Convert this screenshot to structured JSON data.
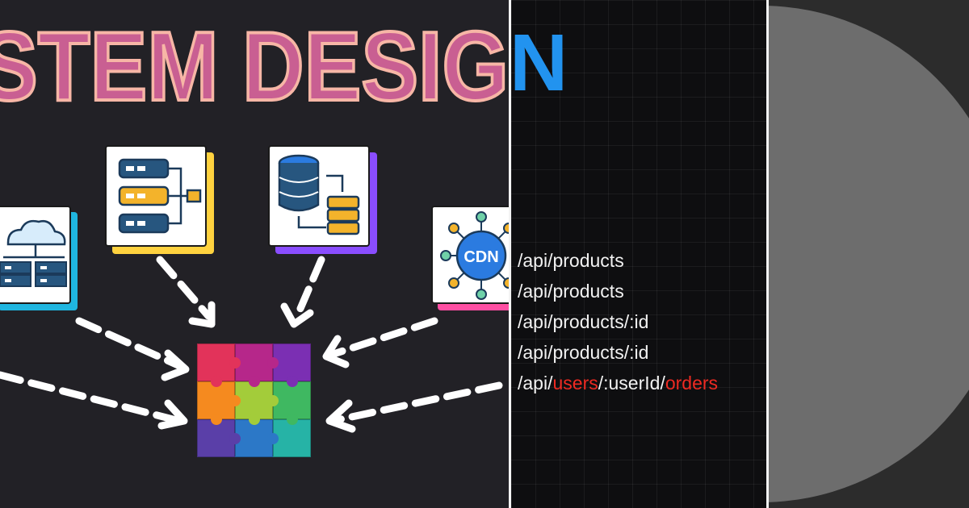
{
  "design_panel": {
    "title": "STEM DESIG",
    "title_color": "#c95f92",
    "title_outline": "#f7b6a6",
    "cards": [
      {
        "name": "cloud-server-card",
        "icon": "cloud-server-icon",
        "shadow": "#1fb6e0"
      },
      {
        "name": "load-balancer-card",
        "icon": "server-flow-icon",
        "shadow": "#ffd23f"
      },
      {
        "name": "database-card",
        "icon": "database-shard-icon",
        "shadow": "#8a4dff"
      },
      {
        "name": "cdn-card",
        "icon": "cdn-network-icon",
        "label": "CDN",
        "shadow": "#ff4fa3"
      }
    ],
    "puzzle_icon": "puzzle-icon"
  },
  "api_panel": {
    "big_letter": "N",
    "big_letter_color": "#2293ef",
    "highlight_color": "#ee2a22",
    "endpoints": [
      {
        "parts": [
          {
            "t": "/api/products",
            "hl": false
          }
        ]
      },
      {
        "parts": [
          {
            "t": "/api/products",
            "hl": false
          }
        ]
      },
      {
        "parts": [
          {
            "t": "/api/products/:id",
            "hl": false
          }
        ]
      },
      {
        "parts": [
          {
            "t": "/api/products/:id",
            "hl": false
          }
        ]
      },
      {
        "parts": [
          {
            "t": "/api/",
            "hl": false
          },
          {
            "t": "users",
            "hl": true
          },
          {
            "t": "/:userId/",
            "hl": false
          },
          {
            "t": "orders",
            "hl": true
          }
        ]
      }
    ]
  },
  "dark_panel": {
    "shape": "half-circle",
    "color": "#6d6d6d"
  }
}
